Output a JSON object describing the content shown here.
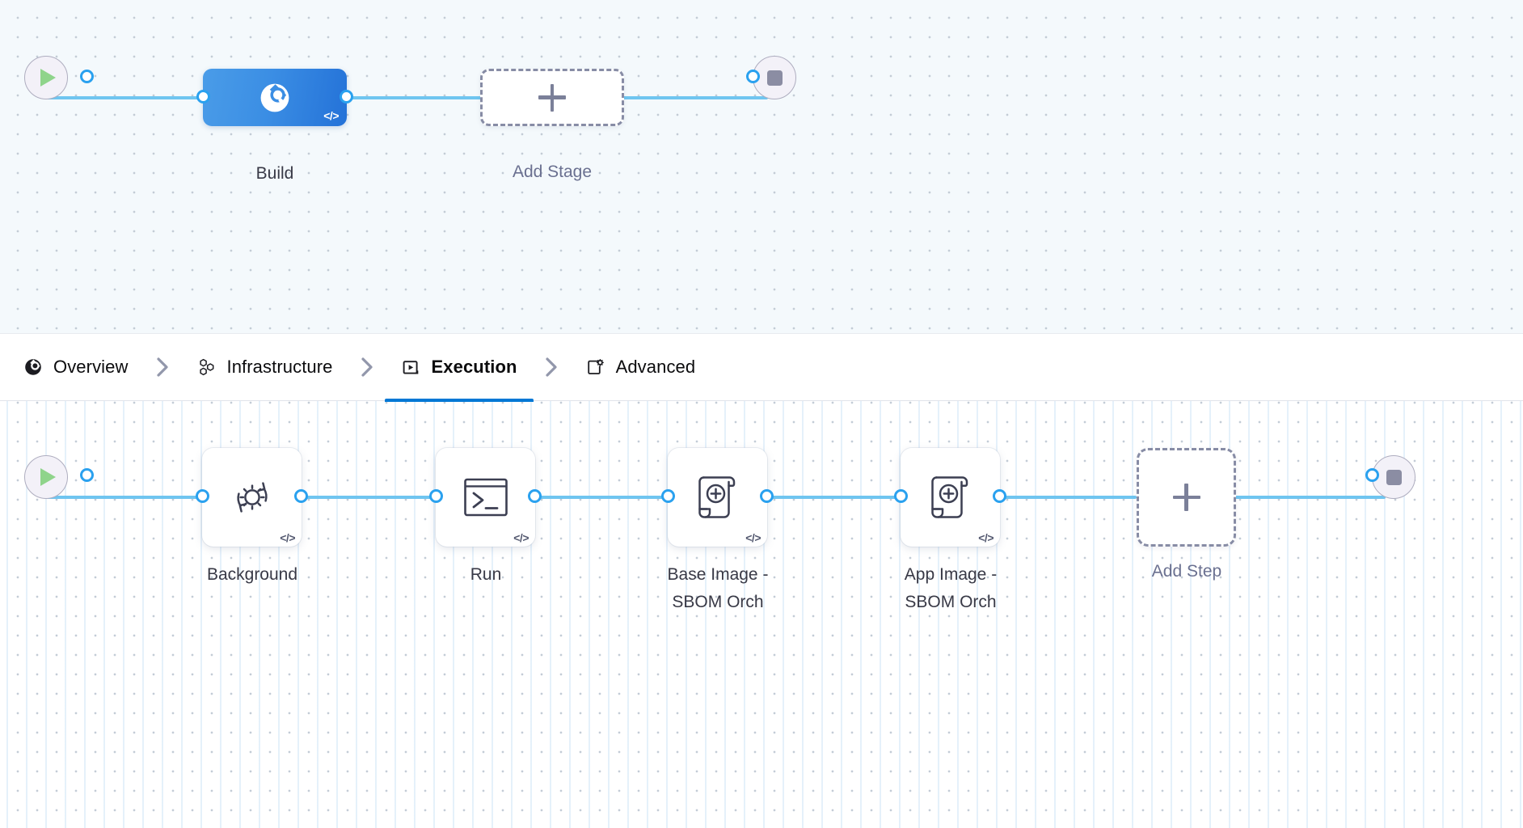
{
  "stage_graph": {
    "start_node": {
      "name": "pipeline-start",
      "icon": "play-icon"
    },
    "end_node": {
      "name": "pipeline-end",
      "icon": "stop-icon"
    },
    "stages": [
      {
        "label": "Build",
        "icon": "harness-ci-icon",
        "badge": "</>",
        "type": "ci-build",
        "selected": true,
        "color": "#3b8ee4"
      }
    ],
    "add_stage": {
      "label": "Add Stage",
      "icon": "plus-icon"
    }
  },
  "tabs": {
    "separator": "chevron-right-icon",
    "items": [
      {
        "label": "Overview",
        "icon": "overview-icon",
        "active": false
      },
      {
        "label": "Infrastructure",
        "icon": "infrastructure-icon",
        "active": false
      },
      {
        "label": "Execution",
        "icon": "execution-icon",
        "active": true
      },
      {
        "label": "Advanced",
        "icon": "advanced-icon",
        "active": false
      }
    ],
    "active_color": "#0278d5"
  },
  "step_graph": {
    "start_node": {
      "name": "execution-start",
      "icon": "play-icon"
    },
    "end_node": {
      "name": "execution-end",
      "icon": "stop-icon"
    },
    "steps": [
      {
        "label": "Background",
        "icon": "gear-refresh-icon",
        "badge": "</>"
      },
      {
        "label": "Run",
        "icon": "terminal-icon",
        "badge": "</>"
      },
      {
        "label": "Base Image -\nSBOM Orch",
        "icon": "scroll-plus-icon",
        "badge": "</>"
      },
      {
        "label": "App Image -\nSBOM Orch",
        "icon": "scroll-plus-icon",
        "badge": "</>"
      }
    ],
    "add_step": {
      "label": "Add Step",
      "icon": "plus-icon"
    }
  },
  "theme": {
    "rail_color": "#6fc5f0",
    "dot_color": "#2aa1ef",
    "stage_canvas_bg": "#f4f9fc",
    "step_canvas_bg": "#ffffff",
    "label_color": "#383946",
    "muted_label_color": "#6a7090"
  }
}
